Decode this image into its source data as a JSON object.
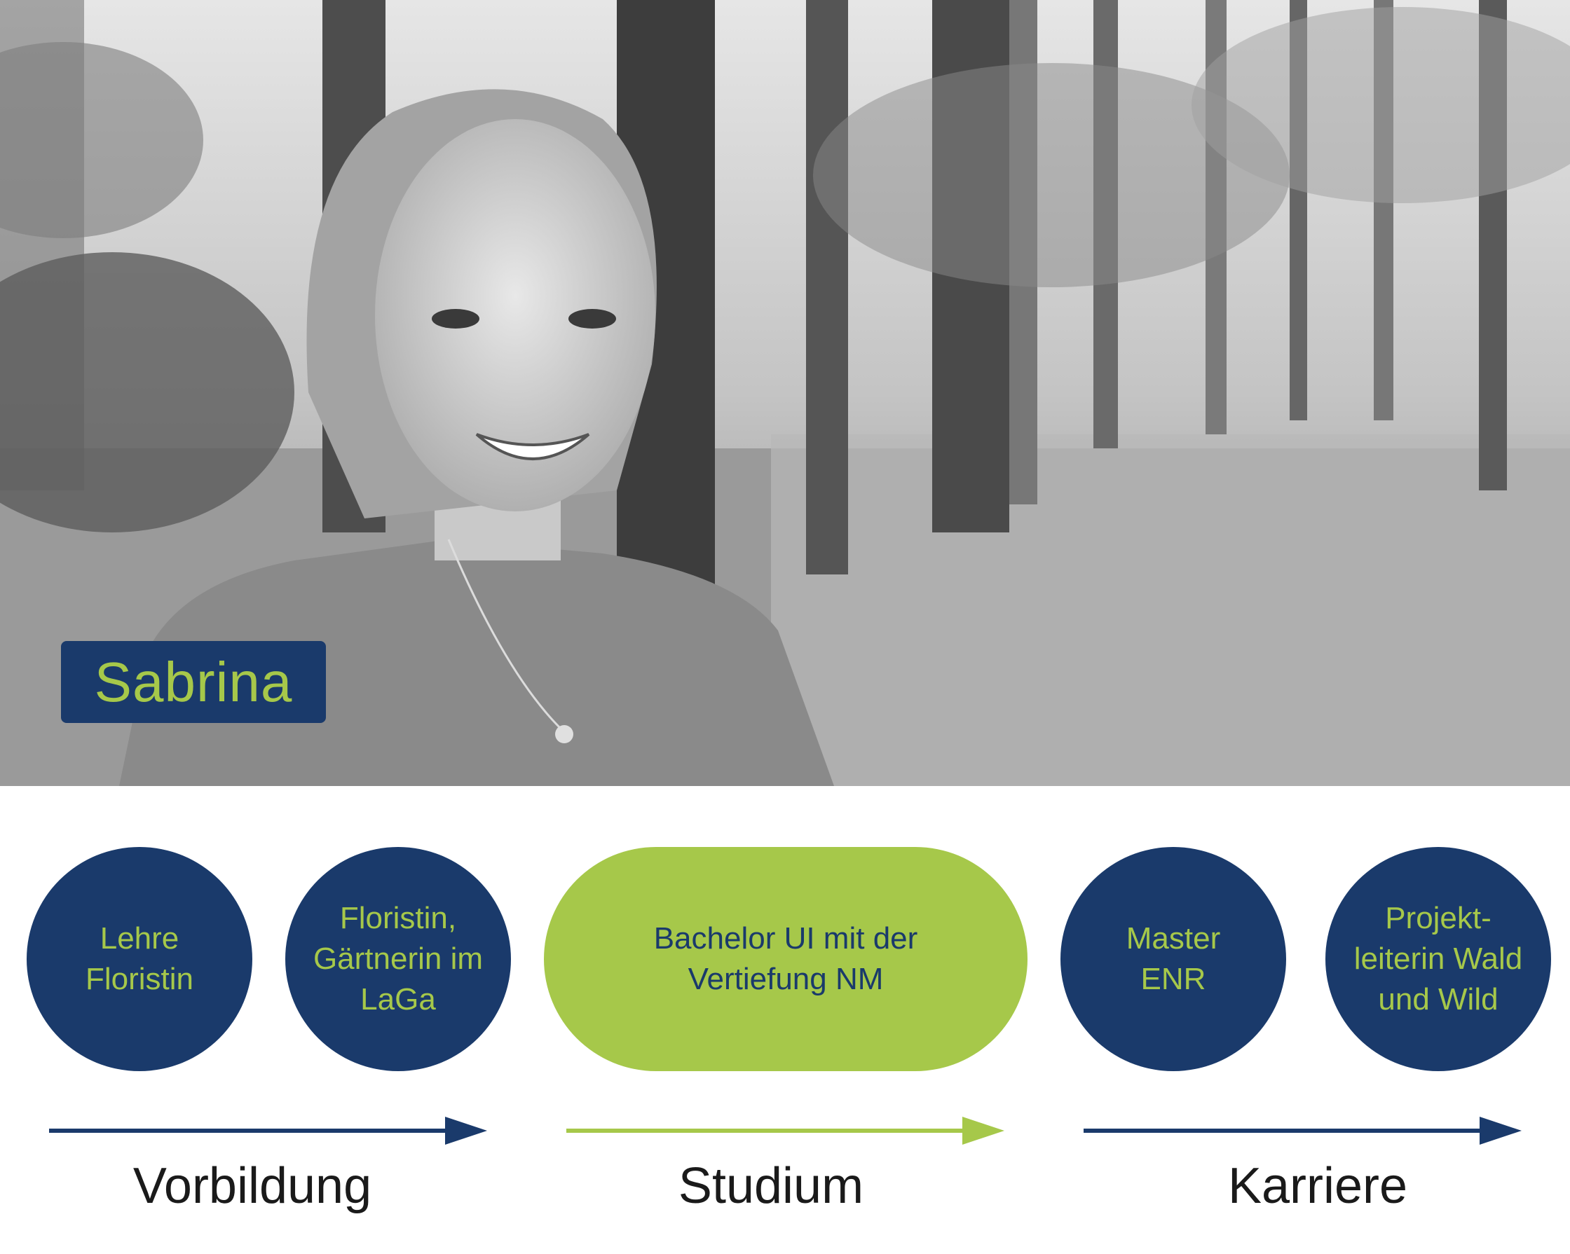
{
  "photo": {
    "description_icon": "portrait-photo",
    "name": "Sabrina"
  },
  "colors": {
    "navy": "#1a3a6b",
    "green": "#a6c84a",
    "text_dark": "#1a1a1a"
  },
  "nodes": [
    {
      "label": "Lehre\nFloristin",
      "shape": "circle"
    },
    {
      "label": "Floristin,\nGärtnerin im\nLaGa",
      "shape": "circle"
    },
    {
      "label": "Bachelor UI mit der\nVertiefung NM",
      "shape": "pill"
    },
    {
      "label": "Master\nENR",
      "shape": "circle"
    },
    {
      "label": "Projekt-\nleiterin Wald\nund Wild",
      "shape": "circle"
    }
  ],
  "phases": [
    {
      "label": "Vorbildung",
      "color": "#1a3a6b"
    },
    {
      "label": "Studium",
      "color": "#a6c84a"
    },
    {
      "label": "Karriere",
      "color": "#1a3a6b"
    }
  ]
}
